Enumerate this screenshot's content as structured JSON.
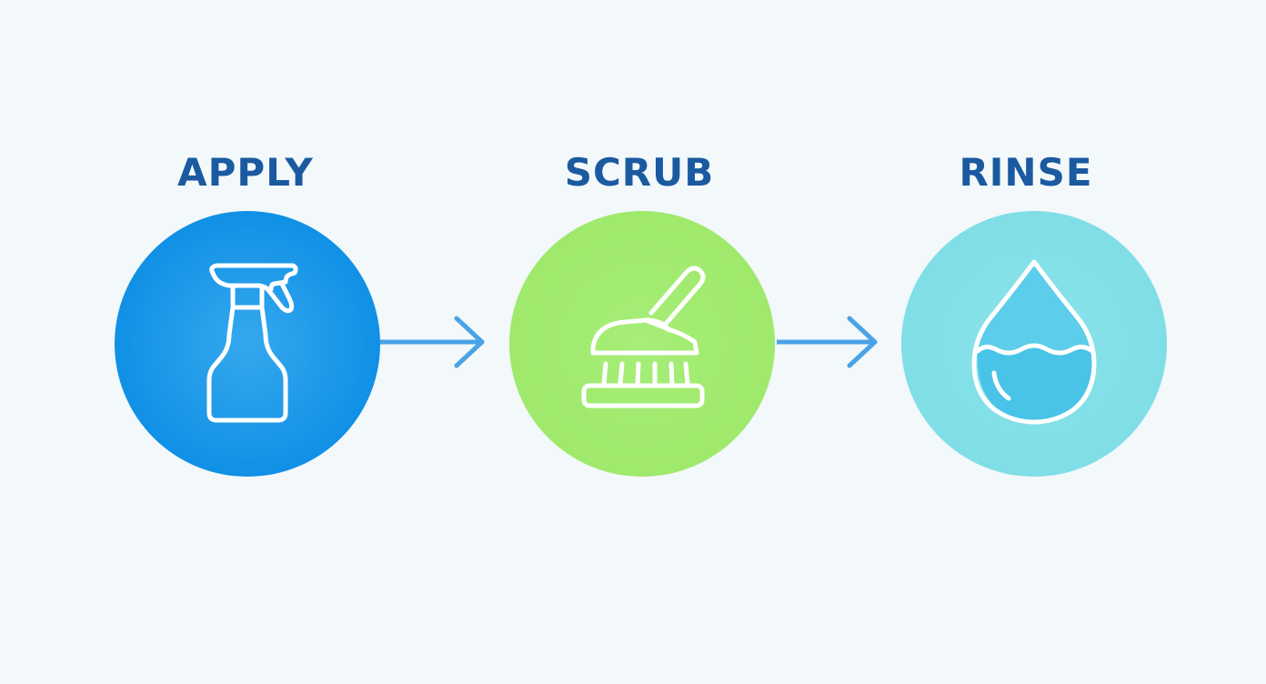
{
  "steps": [
    {
      "label": "APPLY",
      "icon": "spray-bottle-icon",
      "color": "#0d8fe6"
    },
    {
      "label": "SCRUB",
      "icon": "scrub-brush-icon",
      "color": "#a2ec70"
    },
    {
      "label": "RINSE",
      "icon": "water-drop-icon",
      "color": "#7fdde6"
    }
  ],
  "colors": {
    "label_text": "#1b5aa0",
    "arrow": "#4aa3e6",
    "icon_stroke": "#ffffff",
    "background": "#f3f8fa"
  }
}
